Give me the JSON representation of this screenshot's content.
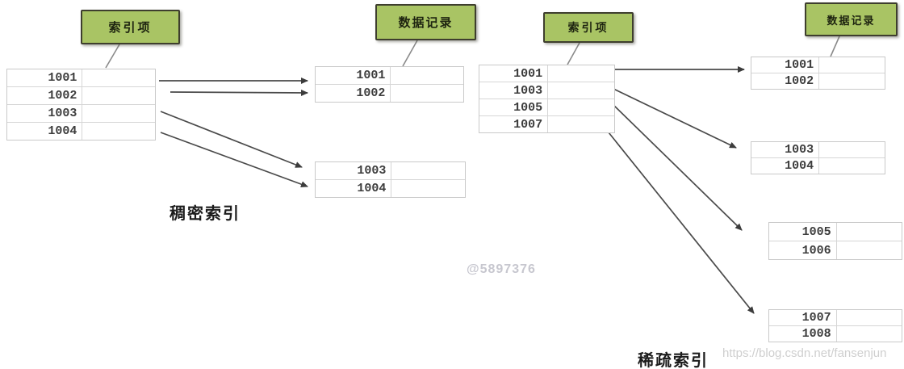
{
  "dense": {
    "index_box_label": "索引项",
    "record_box_label": "数据记录",
    "index_rows": [
      "1001",
      "1002",
      "1003",
      "1004"
    ],
    "record_blocks": [
      [
        "1001",
        "1002"
      ],
      [
        "1003",
        "1004"
      ]
    ],
    "caption": "稠密索引"
  },
  "sparse": {
    "index_box_label": "索引项",
    "record_box_label": "数据记录",
    "index_rows": [
      "1001",
      "1003",
      "1005",
      "1007"
    ],
    "record_blocks": [
      [
        "1001",
        "1002"
      ],
      [
        "1003",
        "1004"
      ],
      [
        "1005",
        "1006"
      ],
      [
        "1007",
        "1008"
      ]
    ],
    "caption": "稀疏索引"
  },
  "watermarks": {
    "user_id": "@5897376",
    "url": "https://blog.csdn.net/fansenjun"
  },
  "colors": {
    "box_fill": "#a9c464",
    "box_border": "#3e3e2e",
    "table_border": "#c9c9c9",
    "arrow": "#4a4a4a",
    "connector": "#8a8a8a"
  }
}
